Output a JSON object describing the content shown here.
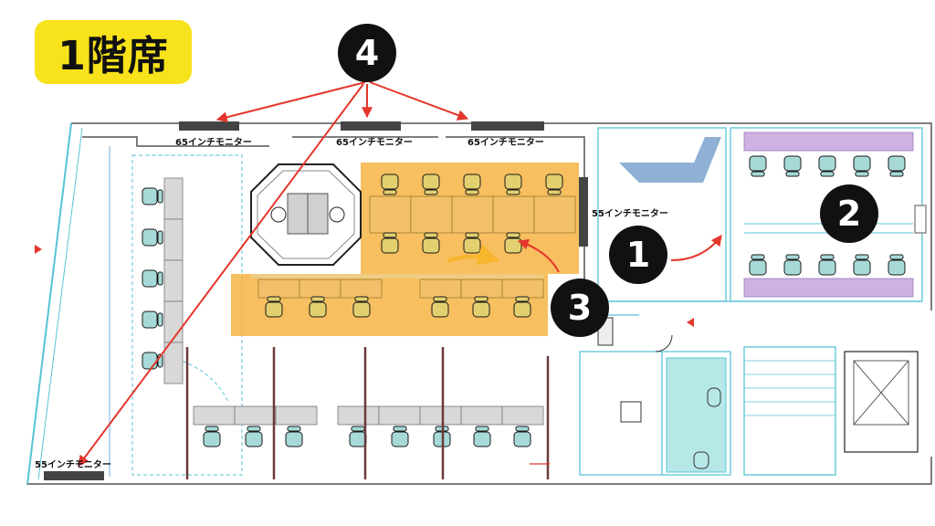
{
  "title": "1階席",
  "monitors": {
    "m65_left": "65インチモニター",
    "m65_center": "65インチモニター",
    "m65_right": "65インチモニター",
    "m55_right": "55インチモニター",
    "m55_bottom": "55インチモニター"
  },
  "markers": [
    "1",
    "2",
    "3",
    "4"
  ],
  "colors": {
    "highlight_orange": "#f6b443",
    "partition_cyan": "#58c4d6",
    "chair_teal": "#a6d9d8",
    "arrow_red": "#e4372c",
    "arrow_yellow": "#f7b52c",
    "meeting_room_purple": "#cdb2e2",
    "stair_blue": "#7ca3cf"
  }
}
